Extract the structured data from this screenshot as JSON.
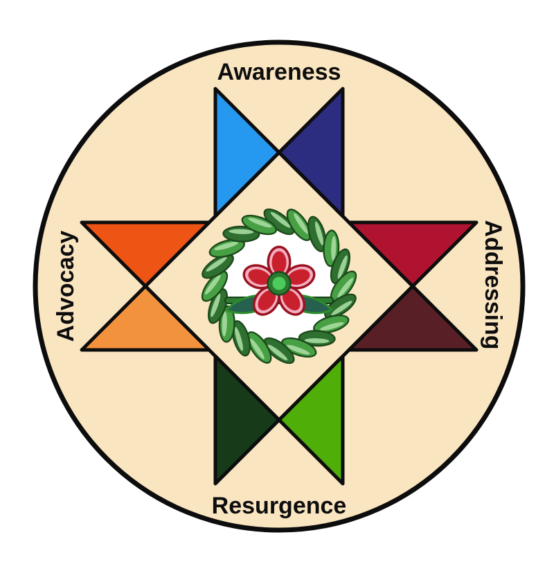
{
  "diagram": {
    "labels": {
      "top": "Awareness",
      "right": "Addressing",
      "bottom": "Resurgence",
      "left": "Advocacy"
    },
    "icons": {
      "center_wreath": "braided-sweetgrass-wreath-icon",
      "center_flower": "five-petal-beadwork-rose-icon"
    },
    "colors": {
      "page_background": "#FFFFFF",
      "circle_fill": "#FAE5C1",
      "outline": "#0D0D0D",
      "triangles": {
        "awareness_left": "#2598F0",
        "awareness_right": "#2C2C80",
        "addressing_top": "#B01330",
        "addressing_bottom": "#591F27",
        "resurgence_right": "#4FAE08",
        "resurgence_left": "#173B18",
        "advocacy_top": "#EE5414",
        "advocacy_bottom": "#F3923C"
      },
      "wreath_green_dark": "#1C4A1C",
      "wreath_green_mid": "#47A043",
      "wreath_green_mid2": "#2F7031",
      "wreath_green_light": "#A9DBA2",
      "wreath_inner_disc": "#FFFFFF",
      "flower_petal_border": "#9A1220",
      "flower_petal_pink": "#F3AEC0",
      "flower_petal_red": "#C9202E",
      "flower_center_dark": "#2C7A30",
      "flower_center_light": "#4CCB5C",
      "leaf_teal": "#26604E",
      "leaf_edge_green": "#2E8B2E",
      "stem_green": "#2E7D32",
      "stem_edge_dark": "#164018"
    }
  }
}
